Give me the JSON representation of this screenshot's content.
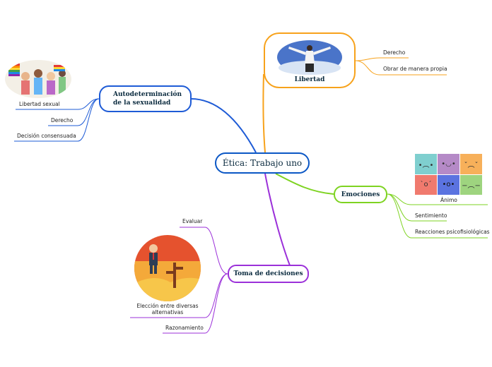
{
  "central": "Ética: Trabajo uno",
  "branches": {
    "libertad": {
      "title": "Libertad",
      "color": "#f7a21b",
      "children": [
        "Derecho",
        "Obrar de manera propia"
      ]
    },
    "emociones": {
      "title": "Emociones",
      "color": "#7ed321",
      "children": [
        "Ánimo",
        "Sentimiento",
        "Reacciones psicofisiológicas"
      ],
      "faces_colors": [
        "#7fcfcf",
        "#b58ac7",
        "#f7b05a",
        "#f07a6e",
        "#5b73e0",
        "#9ed47f"
      ]
    },
    "toma": {
      "title": "Toma de decisiones",
      "color": "#9b30d9",
      "children": [
        "Evaluar",
        "Elección entre diversas alternativas",
        "Razonamiento"
      ]
    },
    "autodeterminacion": {
      "title": "Autodeterminación de la sexualidad",
      "title_line1": "Autodeterminación",
      "title_line2": "de la sexualidad",
      "color": "#1e5bd6",
      "children": [
        "Libertad sexual",
        "Derecho",
        "Decisión consensuada"
      ]
    }
  }
}
